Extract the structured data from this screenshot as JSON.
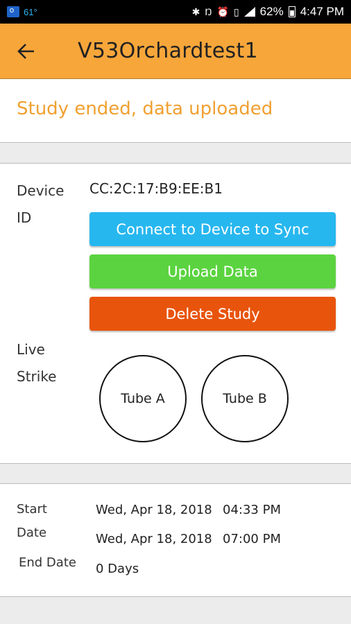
{
  "status_bar": {
    "temperature": "61°",
    "battery": "62%",
    "time": "4:47 PM"
  },
  "app_bar": {
    "title": "V53Orchardtest1"
  },
  "study": {
    "status": "Study ended, data uploaded"
  },
  "device": {
    "id_label_line1": "Device",
    "id_label_line2": "ID",
    "id_value": "CC:2C:17:B9:EE:B1",
    "connect_button": "Connect to Device to Sync",
    "upload_button": "Upload Data",
    "delete_button": "Delete Study",
    "live_label_line1": "Live",
    "live_label_line2": "Strike",
    "tube_a": "Tube A",
    "tube_b": "Tube B"
  },
  "dates": {
    "start_label_line1": "Start",
    "start_label_line2": "Date",
    "end_label": "End Date",
    "start_date": "Wed, Apr 18, 2018",
    "start_time": "04:33 PM",
    "end_date": "Wed, Apr 18, 2018",
    "end_time": "07:00 PM",
    "duration": "0 Days"
  },
  "colors": {
    "app_bar": "#f7a63a",
    "status_text": "#f0a030",
    "connect": "#27b7ef",
    "upload": "#5bd340",
    "delete": "#e8540c"
  }
}
